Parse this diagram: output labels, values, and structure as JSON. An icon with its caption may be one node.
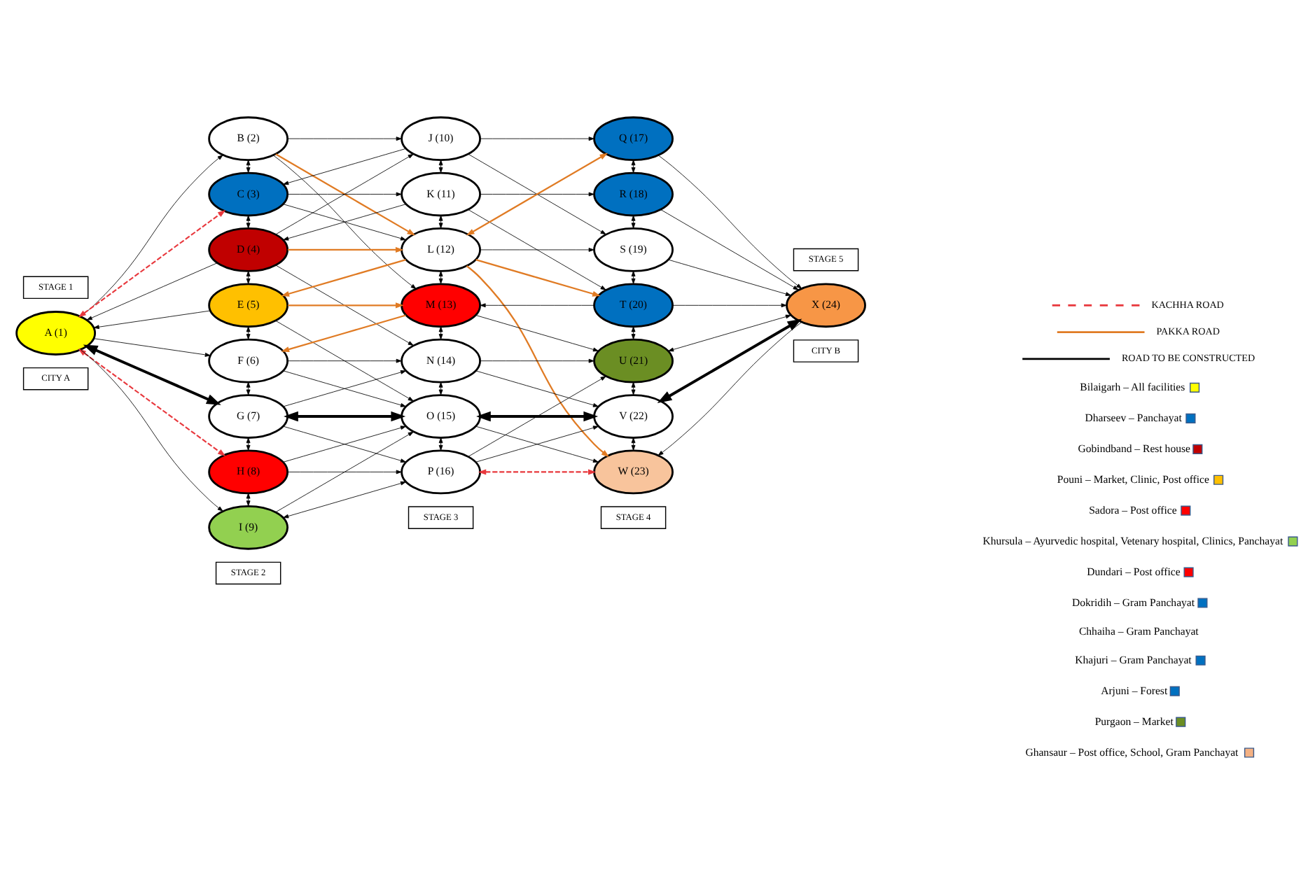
{
  "diagram": {
    "nodes": [
      {
        "text": [
          "A (1)"
        ]
      },
      {
        "text": [
          "B (2)"
        ]
      },
      {
        "text": [
          "C (3)"
        ]
      },
      {
        "text": [
          "D (4)"
        ]
      },
      {
        "text": [
          "E (5)"
        ]
      },
      {
        "text": [
          "F (6)"
        ]
      },
      {
        "text": [
          "G (7)"
        ]
      },
      {
        "text": [
          "H (8)"
        ]
      },
      {
        "text": [
          "I (9)"
        ]
      },
      {
        "text": [
          "J (10)"
        ]
      },
      {
        "text": [
          "K (11)"
        ]
      },
      {
        "text": [
          "L (12)"
        ]
      },
      {
        "text": [
          "M (13)"
        ]
      },
      {
        "text": [
          "N (14)"
        ]
      },
      {
        "text": [
          "O (15)"
        ]
      },
      {
        "text": [
          "P (16)"
        ]
      },
      {
        "text": [
          "Q (17)"
        ]
      },
      {
        "text": [
          "R (18)"
        ]
      },
      {
        "text": [
          "S (19)"
        ]
      },
      {
        "text": [
          "T (20)"
        ]
      },
      {
        "text": [
          "U (21)"
        ]
      },
      {
        "text": [
          "V (22)"
        ]
      },
      {
        "text": [
          "W (23)"
        ]
      },
      {
        "text": [
          "X (24)"
        ]
      },
      {
        "text": [
          "CITY A"
        ]
      },
      {
        "text": [
          "CITY B"
        ]
      },
      {
        "text": [
          "STAGE 1"
        ]
      },
      {
        "text": [
          "STAGE 2"
        ]
      },
      {
        "text": [
          "STAGE 3"
        ]
      },
      {
        "text": [
          "STAGE 4"
        ]
      },
      {
        "text": [
          "STAGE 5"
        ]
      }
    ],
    "edges": [
      {
        "from": 0,
        "to": 1,
        "arrow": "to"
      },
      {
        "from": 0,
        "to": 2,
        "arrow": "both",
        "style": "dashed",
        "color": "#e8383d"
      },
      {
        "from": 3,
        "to": 0,
        "arrow": "to"
      },
      {
        "from": 4,
        "to": 0,
        "arrow": "to"
      },
      {
        "from": 0,
        "to": 5,
        "arrow": "to"
      },
      {
        "from": 0,
        "to": 6,
        "arrow": "both",
        "style": "thick"
      },
      {
        "from": 0,
        "to": 7,
        "arrow": "both",
        "style": "dashed",
        "color": "#e8383d"
      },
      {
        "from": 0,
        "to": 8,
        "arrow": "to"
      },
      {
        "from": 1,
        "to": 2,
        "arrow": "both"
      },
      {
        "from": 2,
        "to": 3,
        "arrow": "both"
      },
      {
        "from": 3,
        "to": 4,
        "arrow": "both"
      },
      {
        "from": 4,
        "to": 5,
        "arrow": "both"
      },
      {
        "from": 5,
        "to": 6,
        "arrow": "both"
      },
      {
        "from": 6,
        "to": 7,
        "arrow": "both"
      },
      {
        "from": 7,
        "to": 8,
        "arrow": "both"
      },
      {
        "from": 9,
        "to": 10,
        "arrow": "both"
      },
      {
        "from": 10,
        "to": 11,
        "arrow": "both"
      },
      {
        "from": 11,
        "to": 12,
        "arrow": "both"
      },
      {
        "from": 12,
        "to": 13,
        "arrow": "both"
      },
      {
        "from": 13,
        "to": 14,
        "arrow": "both"
      },
      {
        "from": 14,
        "to": 15,
        "arrow": "both"
      },
      {
        "from": 16,
        "to": 17,
        "arrow": "both"
      },
      {
        "from": 17,
        "to": 18,
        "arrow": "both"
      },
      {
        "from": 18,
        "to": 19,
        "arrow": "both"
      },
      {
        "from": 19,
        "to": 20,
        "arrow": "both"
      },
      {
        "from": 20,
        "to": 21,
        "arrow": "both"
      },
      {
        "from": 21,
        "to": 22,
        "arrow": "both"
      },
      {
        "from": 1,
        "to": 9,
        "arrow": "to"
      },
      {
        "from": 2,
        "to": 10,
        "arrow": "to"
      },
      {
        "from": 9,
        "to": 2,
        "arrow": "to"
      },
      {
        "from": 10,
        "to": 3,
        "arrow": "to"
      },
      {
        "from": 1,
        "to": 12,
        "arrow": "to"
      },
      {
        "from": 2,
        "to": 11,
        "arrow": "to"
      },
      {
        "from": 3,
        "to": 9,
        "arrow": "to"
      },
      {
        "from": 3,
        "to": 13,
        "arrow": "to"
      },
      {
        "from": 4,
        "to": 14,
        "arrow": "to"
      },
      {
        "from": 5,
        "to": 13,
        "arrow": "to"
      },
      {
        "from": 5,
        "to": 14,
        "arrow": "to"
      },
      {
        "from": 6,
        "to": 13,
        "arrow": "to"
      },
      {
        "from": 6,
        "to": 15,
        "arrow": "to"
      },
      {
        "from": 7,
        "to": 14,
        "arrow": "to"
      },
      {
        "from": 7,
        "to": 15,
        "arrow": "to"
      },
      {
        "from": 8,
        "to": 14,
        "arrow": "to"
      },
      {
        "from": 8,
        "to": 15,
        "arrow": "both"
      },
      {
        "from": 1,
        "to": 11,
        "arrow": "to",
        "color": "#e07b24"
      },
      {
        "from": 3,
        "to": 11,
        "arrow": "to",
        "color": "#e07b24"
      },
      {
        "from": 11,
        "to": 4,
        "arrow": "to",
        "color": "#e07b24"
      },
      {
        "from": 4,
        "to": 12,
        "arrow": "to",
        "color": "#e07b24"
      },
      {
        "from": 12,
        "to": 5,
        "arrow": "to",
        "color": "#e07b24"
      },
      {
        "from": 6,
        "to": 14,
        "arrow": "both",
        "style": "thick"
      },
      {
        "from": 9,
        "to": 16,
        "arrow": "to"
      },
      {
        "from": 10,
        "to": 17,
        "arrow": "to"
      },
      {
        "from": 11,
        "to": 18,
        "arrow": "to"
      },
      {
        "from": 19,
        "to": 12,
        "arrow": "to"
      },
      {
        "from": 13,
        "to": 20,
        "arrow": "to"
      },
      {
        "from": 9,
        "to": 18,
        "arrow": "to"
      },
      {
        "from": 10,
        "to": 19,
        "arrow": "to"
      },
      {
        "from": 12,
        "to": 20,
        "arrow": "to"
      },
      {
        "from": 13,
        "to": 21,
        "arrow": "to"
      },
      {
        "from": 14,
        "to": 22,
        "arrow": "to"
      },
      {
        "from": 15,
        "to": 20,
        "arrow": "to"
      },
      {
        "from": 15,
        "to": 21,
        "arrow": "to"
      },
      {
        "from": 11,
        "to": 16,
        "arrow": "both",
        "color": "#e07b24"
      },
      {
        "from": 11,
        "to": 19,
        "arrow": "to",
        "color": "#e07b24"
      },
      {
        "from": 11,
        "to": 22,
        "arrow": "to",
        "color": "#e07b24"
      },
      {
        "from": 14,
        "to": 21,
        "arrow": "both",
        "style": "thick"
      },
      {
        "from": 15,
        "to": 22,
        "arrow": "both",
        "style": "dashed",
        "color": "#e8383d"
      },
      {
        "from": 16,
        "to": 23,
        "arrow": "to"
      },
      {
        "from": 17,
        "to": 23,
        "arrow": "to"
      },
      {
        "from": 18,
        "to": 23,
        "arrow": "to"
      },
      {
        "from": 19,
        "to": 23,
        "arrow": "to"
      },
      {
        "from": 20,
        "to": 23,
        "arrow": "both"
      },
      {
        "from": 21,
        "to": 23,
        "arrow": "both",
        "style": "thick"
      },
      {
        "from": 23,
        "to": 22,
        "arrow": "to"
      }
    ],
    "legend": [
      {
        "text": "KACHHA ROAD"
      },
      {
        "text": "PAKKA ROAD"
      },
      {
        "text": "ROAD TO BE CONSTRUCTED"
      },
      {
        "text": "Bilaigarh – All facilities",
        "color": "#ffff00"
      },
      {
        "text": "Dharseev – Panchayat",
        "color": "#0070c0"
      },
      {
        "text": "Gobindband – Rest house",
        "color": "#c00000"
      },
      {
        "text": "Pouni – Market, Clinic, Post office",
        "color": "#ffc000"
      },
      {
        "text": "Sadora – Post office",
        "color": "#ff0000"
      },
      {
        "text": "Khursula – Ayurvedic hospital, Vetenary hospital, Clinics, Panchayat",
        "color": "#92d050"
      },
      {
        "text": "Dundari – Post office",
        "color": "#ff0000"
      },
      {
        "text": "Dokridih – Gram Panchayat",
        "color": "#0070c0"
      },
      {
        "text": "Chhaiha – Gram Panchayat"
      },
      {
        "text": "Khajuri – Gram Panchayat",
        "color": "#0070c0"
      },
      {
        "text": "Arjuni – Forest",
        "color": "#0070c0"
      },
      {
        "text": "Purgaon – Market",
        "color": "#6b8e23"
      },
      {
        "text": "Ghansaur – Post office, School, Gram Panchayat",
        "color": "#f4b183"
      }
    ]
  }
}
